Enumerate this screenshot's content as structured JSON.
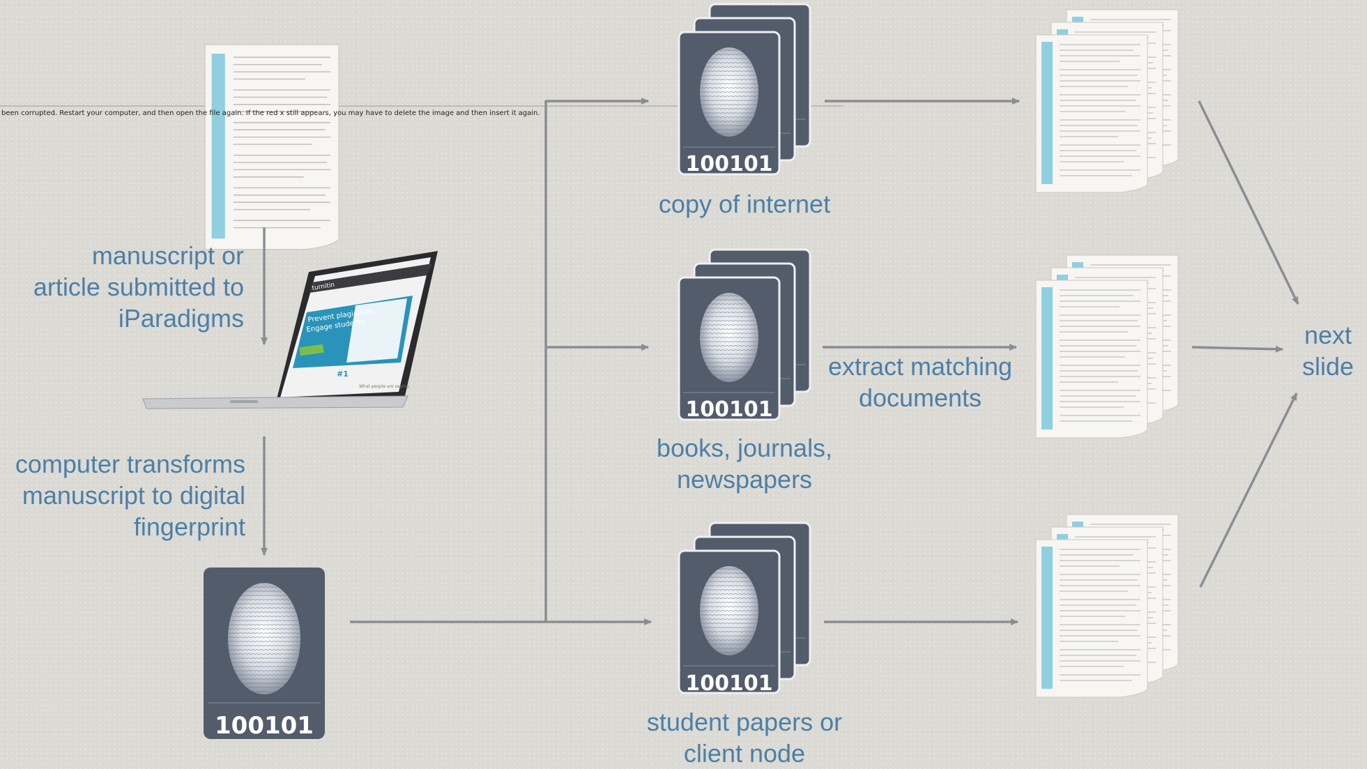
{
  "error_message": "been corrupted. Restart your computer, and then open the file again. If the red x still appears, you may have to delete the image and then insert it again.",
  "labels": {
    "submitted": [
      "manuscript or",
      "article submitted to",
      "iParadigms"
    ],
    "transforms": [
      "computer transforms",
      "manuscript to digital",
      "fingerprint"
    ],
    "copy_of_internet": "copy of internet",
    "books": [
      "books, journals,",
      "newspapers"
    ],
    "student": [
      "student papers or",
      "client node"
    ],
    "extract": [
      "extract matching",
      "documents"
    ],
    "next_slide": [
      "next",
      "slide"
    ]
  },
  "fingerprint_code": "100101",
  "laptop_screen": {
    "brand": "turnitin",
    "headline": [
      "Prevent plagiarism.",
      "Engage students."
    ],
    "rank": "#1",
    "footer": "What people are saying"
  },
  "colors": {
    "label": "#4c7fa8",
    "arrow": "#8a8d93",
    "fingerprint_bg": "#535c6b",
    "paper_stripe": "#8fcfe0"
  }
}
